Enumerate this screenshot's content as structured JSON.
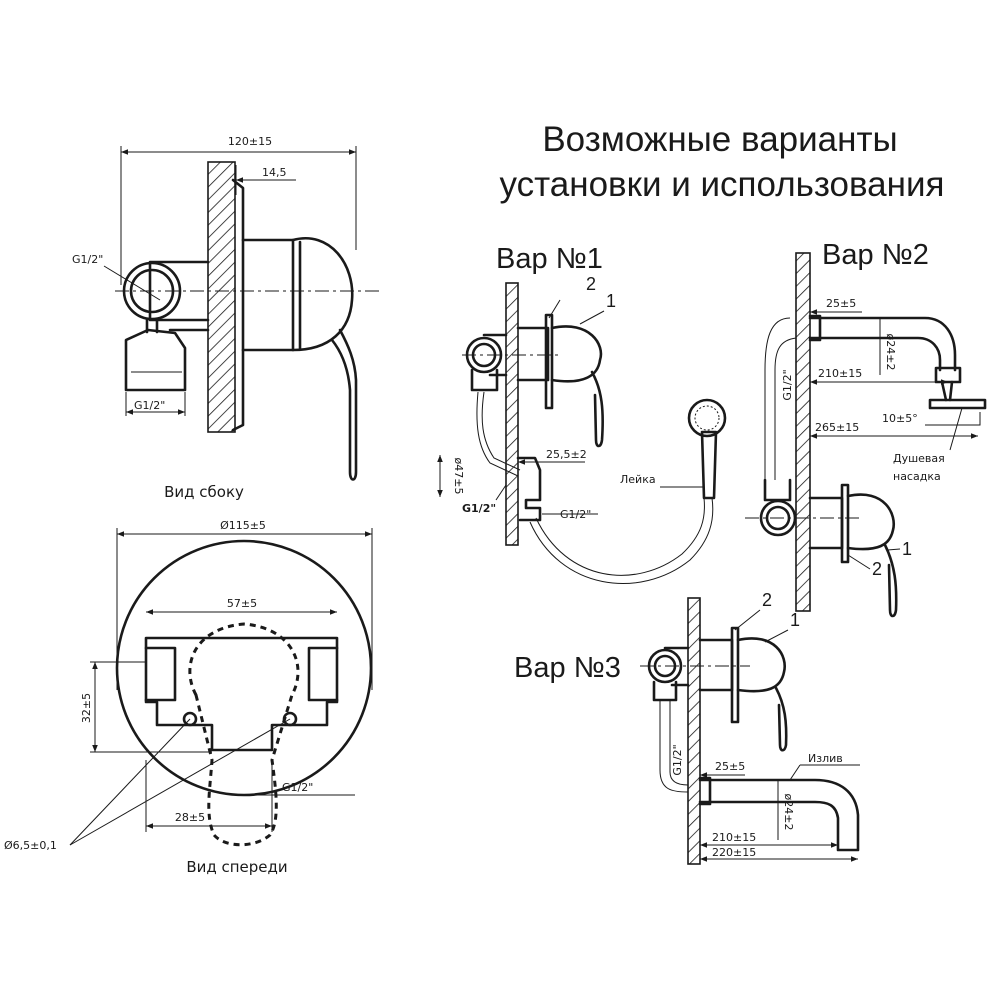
{
  "title": {
    "line1": "Возможные варианты",
    "line2": "установки и использования"
  },
  "side_view": {
    "caption": "Вид сбоку",
    "dim_width": "120±15",
    "dim_depth": "14,5",
    "thread_top": "G1/2\"",
    "thread_bottom": "G1/2\""
  },
  "front_view": {
    "caption": "Вид спереди",
    "dim_diameter": "Ø115±5",
    "dim_spacing": "57±5",
    "dim_height": "32±5",
    "dim_offset": "28±5",
    "thread": "G1/2\"",
    "hole": "Ø6,5±0,1"
  },
  "variant1": {
    "label": "Вар №1",
    "part1": "1",
    "part2": "2",
    "dim_offset": "25,5±2",
    "dim_height": "ø47±5",
    "thread_left": "G1/2\"",
    "thread_right": "G1/2\"",
    "hand_shower": "Лейка"
  },
  "variant2": {
    "label": "Вар №2",
    "part1": "1",
    "part2": "2",
    "dim_25": "25±5",
    "dim_d24": "ø24±2",
    "dim_210": "210±15",
    "dim_265": "265±15",
    "dim_angle": "10±5°",
    "thread": "G1/2\"",
    "shower_head_line1": "Душевая",
    "shower_head_line2": "насадка"
  },
  "variant3": {
    "label": "Вар №3",
    "part1": "1",
    "part2": "2",
    "dim_25": "25±5",
    "dim_d24": "ø24±2",
    "dim_210": "210±15",
    "dim_220": "220±15",
    "thread": "G1/2\"",
    "spout": "Излив"
  }
}
